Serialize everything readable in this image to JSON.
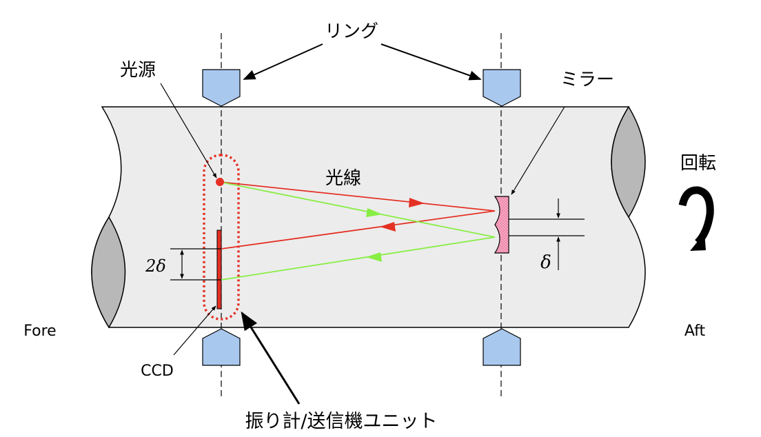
{
  "labels": {
    "ring": "リング",
    "light_source": "光源",
    "mirror": "ミラー",
    "ray": "光線",
    "rotation": "回転",
    "fore": "Fore",
    "aft": "Aft",
    "ccd": "CCD",
    "unit": "振り計/送信機ユニット",
    "two_delta": "2δ",
    "delta": "δ"
  },
  "colors": {
    "shaft_fill": "#ececec",
    "shaft_end": "#b8b8b8",
    "ring_fill": "#a9c8ee",
    "red_ray": "#e53024",
    "green_ray": "#88ee44",
    "mirror_fill": "#ee7aa2",
    "ccd_fill": "#e53024",
    "dotted_unit": "#e53024"
  }
}
